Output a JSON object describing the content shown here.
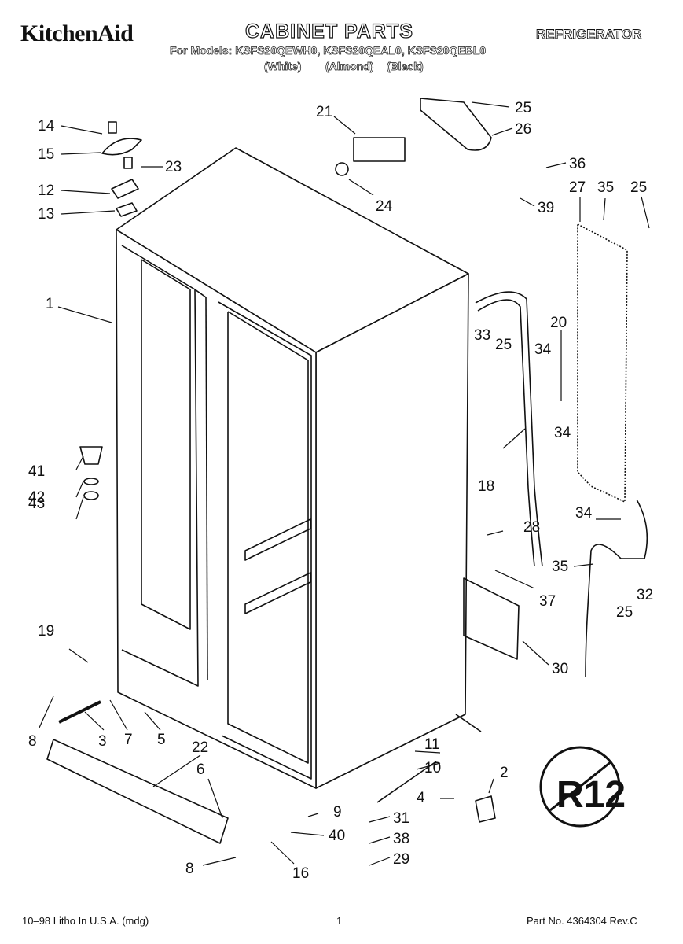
{
  "header": {
    "brand": "KitchenAid",
    "title": "CABINET PARTS",
    "category": "REFRIGERATOR",
    "models_line": "For Models: KSFS20QEWH0, KSFS20QEAL0, KSFS20QEBL0",
    "variants": [
      "(White)",
      "(Almond)",
      "(Black)"
    ]
  },
  "callouts": [
    "1",
    "2",
    "3",
    "4",
    "5",
    "6",
    "7",
    "8",
    "8",
    "9",
    "10",
    "11",
    "12",
    "13",
    "14",
    "15",
    "16",
    "18",
    "19",
    "20",
    "21",
    "22",
    "23",
    "24",
    "25",
    "25",
    "25",
    "25",
    "26",
    "27",
    "28",
    "29",
    "30",
    "31",
    "32",
    "33",
    "34",
    "34",
    "34",
    "35",
    "35",
    "36",
    "37",
    "38",
    "39",
    "40",
    "41",
    "42",
    "43"
  ],
  "stamp": "R12",
  "footer": {
    "left": "10–98 Litho In U.S.A. (mdg)",
    "page": "1",
    "right": "Part No. 4364304 Rev.C"
  }
}
